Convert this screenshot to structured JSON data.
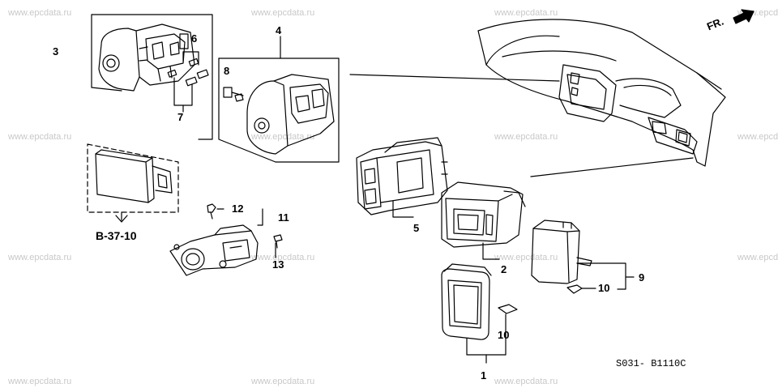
{
  "watermark": "www.epcdata.ru",
  "direction_label": "FR.",
  "reference": "B-37-10",
  "drawing_code": "S031- B1110C",
  "callouts": {
    "c1": "1",
    "c2": "2",
    "c3": "3",
    "c4": "4",
    "c5": "5",
    "c6": "6",
    "c7": "7",
    "c8": "8",
    "c9": "9",
    "c10a": "10",
    "c10b": "10",
    "c11": "11",
    "c12": "12",
    "c13": "13"
  }
}
